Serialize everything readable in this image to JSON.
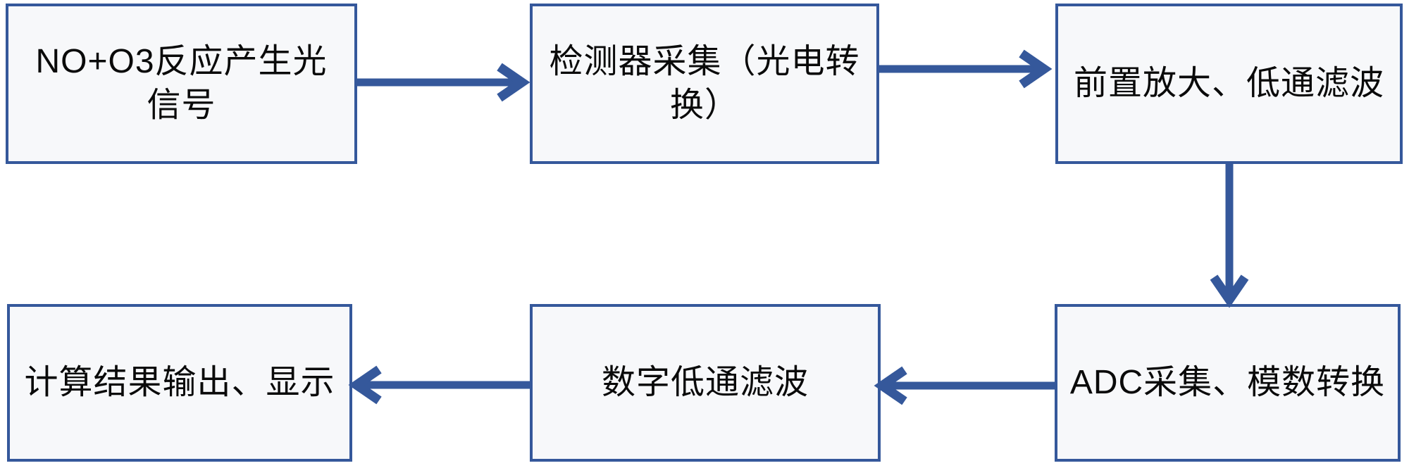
{
  "theme": {
    "accent": "#35589B",
    "box_fill": "#F7F8FA",
    "text_color": "#0A0A0A",
    "background": "#FFFFFF"
  },
  "flow": {
    "steps": [
      {
        "id": "reaction",
        "lines": [
          "NO+O3反应产生光",
          "信号"
        ]
      },
      {
        "id": "detector",
        "lines": [
          "检测器采集（光电转",
          "换）"
        ]
      },
      {
        "id": "preamp",
        "lines": [
          "前置放大、低通滤波"
        ]
      },
      {
        "id": "adc",
        "lines": [
          "ADC采集、模数转换"
        ]
      },
      {
        "id": "digital-filter",
        "lines": [
          "数字低通滤波"
        ]
      },
      {
        "id": "output",
        "lines": [
          "计算结果输出、显示"
        ]
      }
    ],
    "connections": [
      {
        "from": "reaction",
        "to": "detector",
        "direction": "right"
      },
      {
        "from": "detector",
        "to": "preamp",
        "direction": "right"
      },
      {
        "from": "preamp",
        "to": "adc",
        "direction": "down"
      },
      {
        "from": "adc",
        "to": "digital-filter",
        "direction": "left"
      },
      {
        "from": "digital-filter",
        "to": "output",
        "direction": "left"
      }
    ]
  }
}
